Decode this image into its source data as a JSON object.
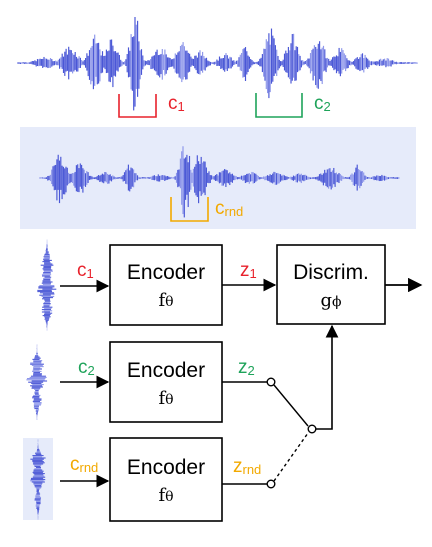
{
  "colors": {
    "wave": "#4a57d6",
    "wave_light": "#8e97ea",
    "band": "#e6ebfa",
    "red": "#e8222c",
    "green": "#1ea35a",
    "orange": "#f2a900",
    "line": "#000000"
  },
  "top_waveform": {
    "marker_1": {
      "label": "c",
      "sub": "1"
    },
    "marker_2": {
      "label": "c",
      "sub": "2"
    }
  },
  "mid_waveform": {
    "marker_rnd": {
      "label": "c",
      "sub": "rnd"
    }
  },
  "encoders": [
    {
      "title": "Encoder",
      "param": "f",
      "param_sub": "θ",
      "input_label": "c",
      "input_sub": "1",
      "output_label": "z",
      "output_sub": "1"
    },
    {
      "title": "Encoder",
      "param": "f",
      "param_sub": "θ",
      "input_label": "c",
      "input_sub": "2",
      "output_label": "z",
      "output_sub": "2"
    },
    {
      "title": "Encoder",
      "param": "f",
      "param_sub": "θ",
      "input_label": "c",
      "input_sub": "rnd",
      "output_label": "z",
      "output_sub": "rnd"
    }
  ],
  "discriminator": {
    "title": "Discrim.",
    "param": "g",
    "param_sub": "ϕ"
  }
}
